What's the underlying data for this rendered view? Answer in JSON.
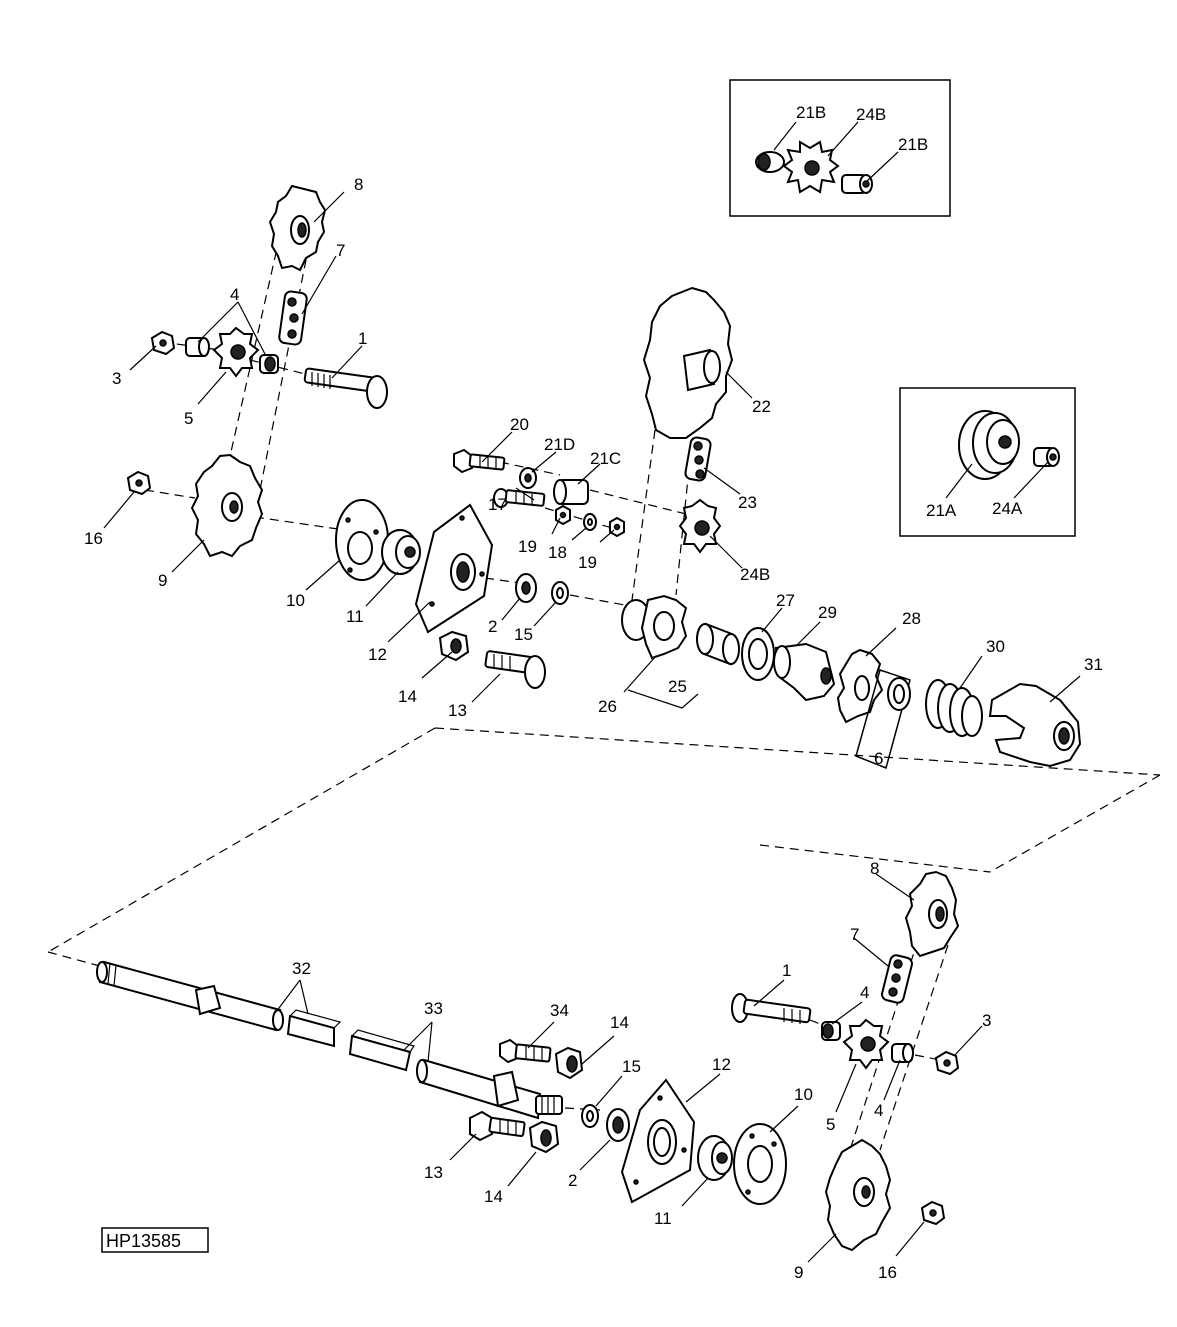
{
  "reference_id": "HP13585",
  "part_labels": {
    "l1": "1",
    "l1b": "1",
    "l2": "2",
    "l2b": "2",
    "l3": "3",
    "l3b": "3",
    "l4": "4",
    "l4b": "4",
    "l4c": "4",
    "l5": "5",
    "l5b": "5",
    "l6": "6",
    "l7": "7",
    "l7b": "7",
    "l8": "8",
    "l8b": "8",
    "l9": "9",
    "l9b": "9",
    "l10": "10",
    "l10b": "10",
    "l11": "11",
    "l11b": "11",
    "l12": "12",
    "l12b": "12",
    "l13": "13",
    "l13b": "13",
    "l14": "14",
    "l14b": "14",
    "l14c": "14",
    "l15": "15",
    "l15b": "15",
    "l16": "16",
    "l16b": "16",
    "l17": "17",
    "l18": "18",
    "l19": "19",
    "l19b": "19",
    "l20": "20",
    "l21a": "21A",
    "l21b1": "21B",
    "l21b2": "21B",
    "l21c": "21C",
    "l21d": "21D",
    "l22": "22",
    "l23": "23",
    "l24a": "24A",
    "l24b": "24B",
    "l24b2": "24B",
    "l25": "25",
    "l26": "26",
    "l27": "27",
    "l28": "28",
    "l29": "29",
    "l30": "30",
    "l31": "31",
    "l32": "32",
    "l33": "33",
    "l34": "34"
  }
}
